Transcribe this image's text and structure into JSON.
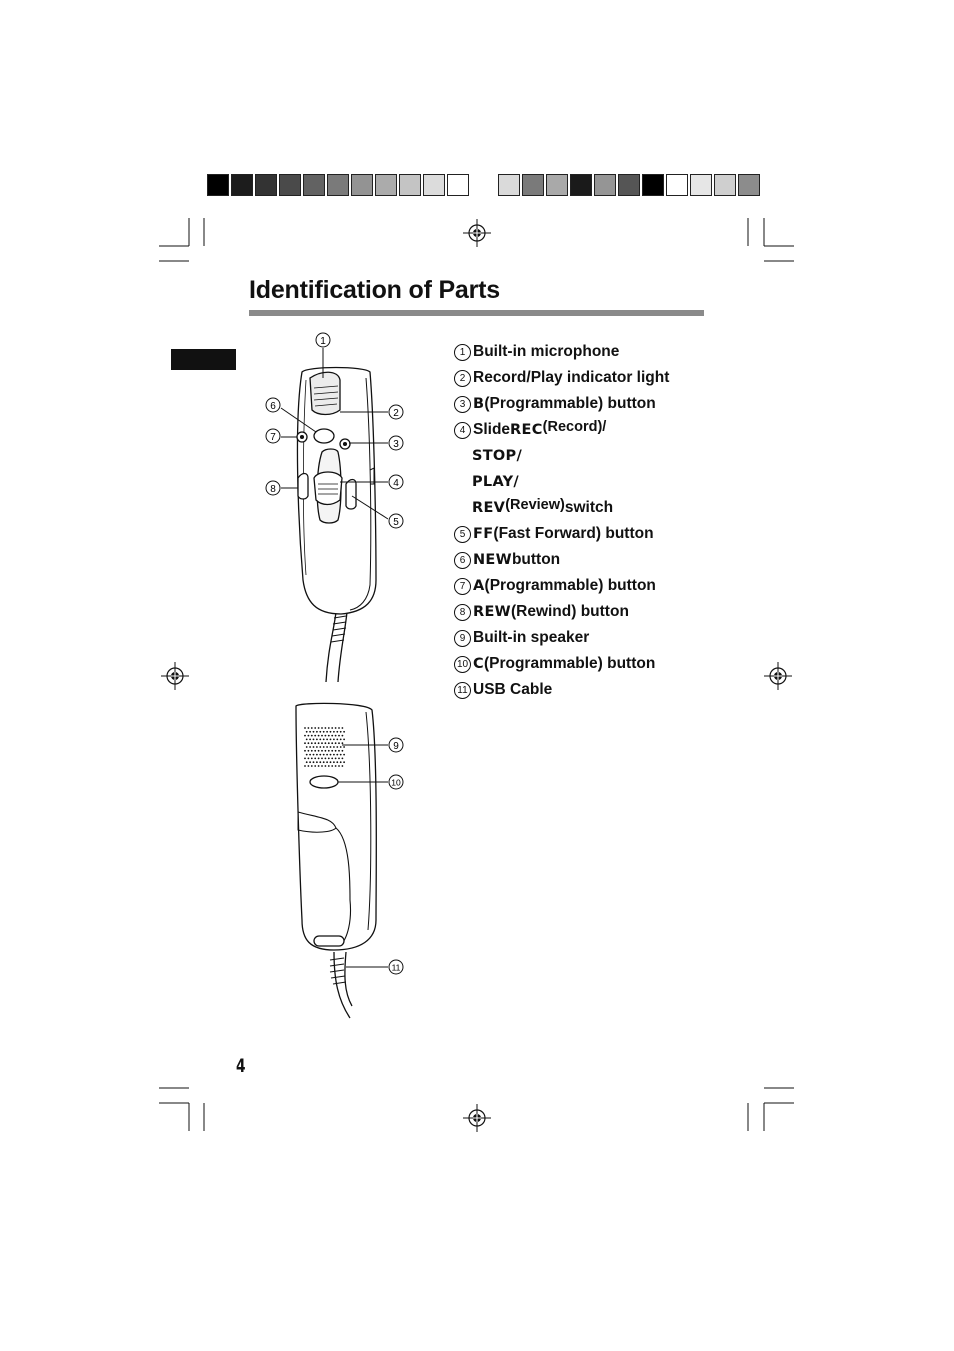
{
  "page": {
    "title": "Identification of Parts",
    "page_number": "4"
  },
  "color_bars": {
    "left": [
      "#000000",
      "#1c1c1c",
      "#333333",
      "#4a4a4a",
      "#626262",
      "#7a7a7a",
      "#939393",
      "#ababab",
      "#c4c4c4",
      "#dcdcdc",
      "#ffffff"
    ],
    "right": [
      "#dadada",
      "#7a7a7a",
      "#a9a9a9",
      "#1a1a1a",
      "#959595",
      "#555555",
      "#000000",
      "#ffffff",
      "#e6e6e6",
      "#cfcfcf",
      "#8c8c8c"
    ]
  },
  "parts": [
    {
      "num": "1",
      "label": "Built-in microphone"
    },
    {
      "num": "2",
      "label": "Record/Play indicator light"
    },
    {
      "num": "3",
      "key": "B",
      "label": " (Programmable) button"
    },
    {
      "num": "4",
      "pre": "Slide ",
      "key": "REC",
      "sub": " (Record)/"
    },
    {
      "cont": true,
      "key": "STOP/"
    },
    {
      "cont": true,
      "key": "PLAY/"
    },
    {
      "cont": true,
      "key": "REV",
      "sub": " (Review)",
      "label": " switch"
    },
    {
      "num": "5",
      "key": "FF",
      "label": " (Fast Forward) button"
    },
    {
      "num": "6",
      "key": "NEW",
      "label": " button"
    },
    {
      "num": "7",
      "key": "A",
      "label": " (Programmable) button"
    },
    {
      "num": "8",
      "key": "REW",
      "label": " (Rewind) button"
    },
    {
      "num": "9",
      "label": "Built-in speaker"
    },
    {
      "num": "10",
      "key": "C",
      "label": " (Programmable) button"
    },
    {
      "num": "11",
      "label": "USB Cable"
    }
  ],
  "callouts": {
    "front": [
      "1",
      "2",
      "3",
      "4",
      "5",
      "6",
      "7",
      "8"
    ],
    "back": [
      "9",
      "10",
      "11"
    ]
  }
}
